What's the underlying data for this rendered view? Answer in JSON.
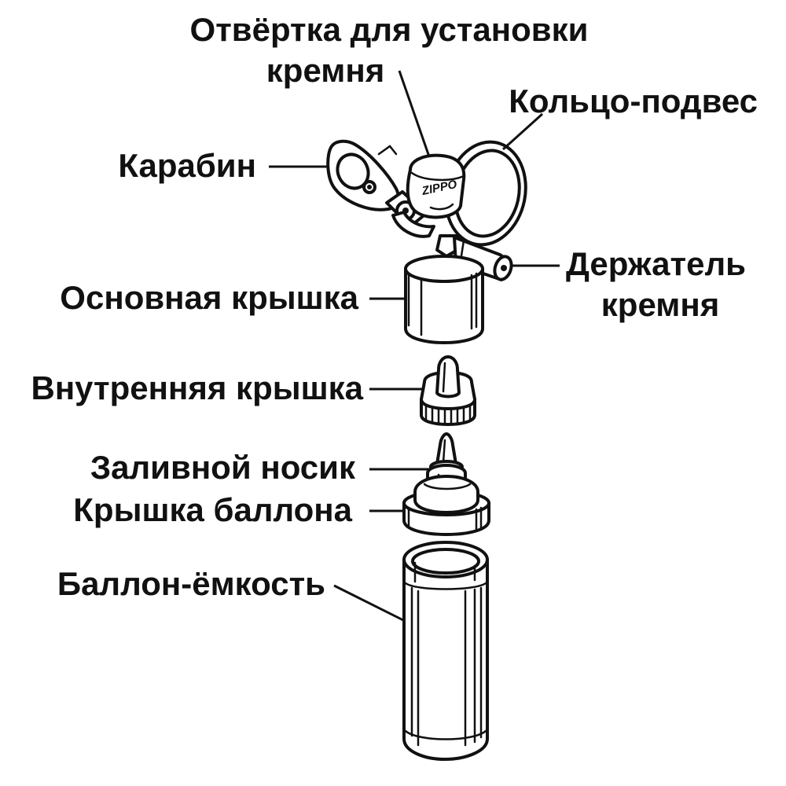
{
  "labels": {
    "screwdriver_line1": "Отвёртка для установки",
    "screwdriver_line2": "кремня",
    "ring": "Кольцо-подвес",
    "carabiner": "Карабин",
    "flint_holder_line1": "Держатель",
    "flint_holder_line2": "кремня",
    "main_cap": "Основная крышка",
    "inner_cap": "Внутренняя крышка",
    "spout": "Заливной носик",
    "tank_cap": "Крышка баллона",
    "tank": "Баллон-ёмкость"
  },
  "brand_mark": "ZIPPO"
}
